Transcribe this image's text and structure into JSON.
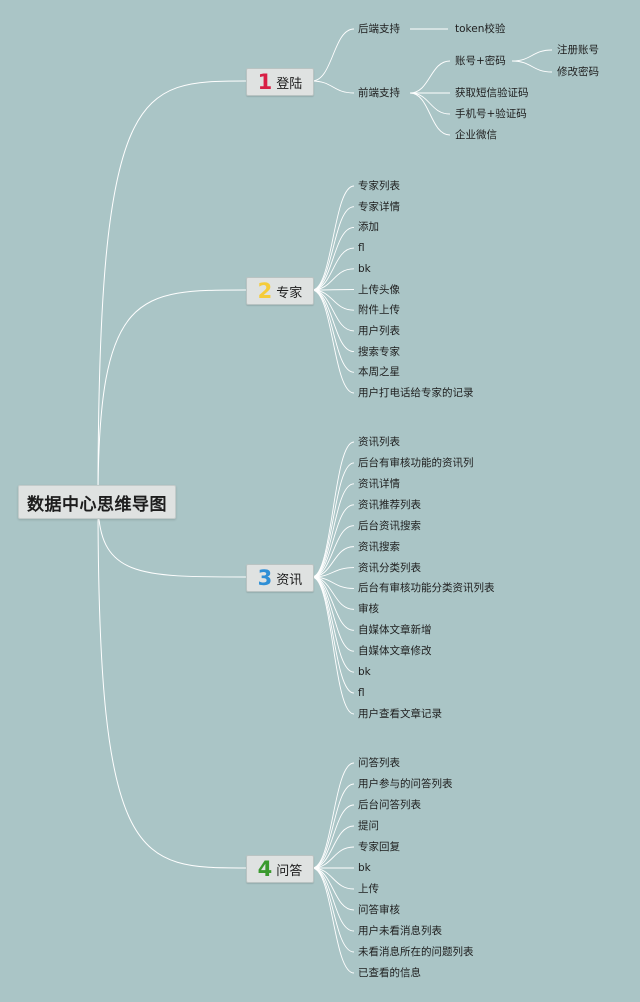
{
  "root": {
    "label": "数据中心思维导图"
  },
  "colors": {
    "background": "#aac5c6",
    "line": "#ffffff",
    "node": "#dfe2e1"
  },
  "branches": [
    {
      "num": "1",
      "label": "登陆",
      "color": "#d81f45",
      "children": [
        {
          "label": "后端支持",
          "children": [
            {
              "label": "token校验"
            }
          ]
        },
        {
          "label": "前端支持",
          "children": [
            {
              "label": "账号+密码",
              "children": [
                {
                  "label": "注册账号"
                },
                {
                  "label": "修改密码"
                }
              ]
            },
            {
              "label": "获取短信验证码"
            },
            {
              "label": "手机号+验证码"
            },
            {
              "label": "企业微信"
            }
          ]
        }
      ]
    },
    {
      "num": "2",
      "label": "专家",
      "color": "#f5cc3a",
      "children": [
        {
          "label": "专家列表"
        },
        {
          "label": "专家详情"
        },
        {
          "label": "添加"
        },
        {
          "label": "fl"
        },
        {
          "label": "bk"
        },
        {
          "label": "上传头像"
        },
        {
          "label": "附件上传"
        },
        {
          "label": "用户列表"
        },
        {
          "label": "搜索专家"
        },
        {
          "label": "本周之星"
        },
        {
          "label": "用户打电话给专家的记录"
        }
      ]
    },
    {
      "num": "3",
      "label": "资讯",
      "color": "#2e8fd6",
      "children": [
        {
          "label": "资讯列表"
        },
        {
          "label": "后台有审核功能的资讯列"
        },
        {
          "label": "资讯详情"
        },
        {
          "label": "资讯推荐列表"
        },
        {
          "label": "后台资讯搜索"
        },
        {
          "label": "资讯搜索"
        },
        {
          "label": "资讯分类列表"
        },
        {
          "label": "后台有审核功能分类资讯列表"
        },
        {
          "label": "审核"
        },
        {
          "label": "自媒体文章新增"
        },
        {
          "label": "自媒体文章修改"
        },
        {
          "label": "bk"
        },
        {
          "label": "fl"
        },
        {
          "label": "用户查看文章记录"
        }
      ]
    },
    {
      "num": "4",
      "label": "问答",
      "color": "#3a9a2e",
      "children": [
        {
          "label": "问答列表"
        },
        {
          "label": "用户参与的问答列表"
        },
        {
          "label": "后台问答列表"
        },
        {
          "label": "提问"
        },
        {
          "label": "专家回复"
        },
        {
          "label": "bk"
        },
        {
          "label": "上传"
        },
        {
          "label": "问答审核"
        },
        {
          "label": "用户未看消息列表"
        },
        {
          "label": "未看消息所在的问题列表"
        },
        {
          "label": "已查看的信息"
        }
      ]
    }
  ]
}
